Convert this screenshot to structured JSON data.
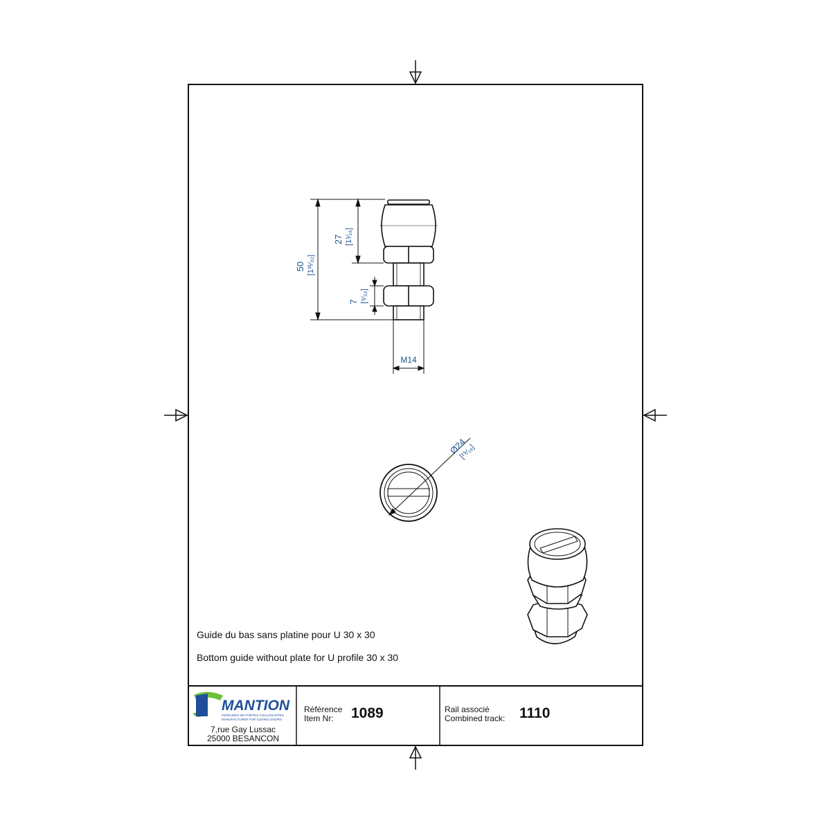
{
  "description": {
    "line_fr": "Guide du bas sans platine pour U 30 x 30",
    "line_en": "Bottom guide without plate for U profile 30 x 30"
  },
  "dimensions": {
    "total_height": "50",
    "total_height_inch": "[1³¹⁄₃₂]",
    "roller_height": "27",
    "roller_height_inch": "[1¹⁄₁₆]",
    "nut_height": "7",
    "nut_height_inch": "[⁹⁄₃₂]",
    "thread": "M14",
    "diameter": "Ø24",
    "diameter_inch": "[¹⁵⁄₁₆]"
  },
  "title_block": {
    "logo_text": "MANTION",
    "logo_tagline_1": "FERRURES DE PORTES COULISSANTES",
    "logo_tagline_2": "MANUFACTURER FOR SLIDING DOORS",
    "address_line_1": "7,rue Gay Lussac",
    "address_line_2": "25000 BESANCON",
    "reference_label_fr": "Référence",
    "reference_label_en": "Item Nr:",
    "reference_value": "1089",
    "track_label_fr": "Rail associé",
    "track_label_en": "Combined track:",
    "track_value": "1110"
  },
  "colors": {
    "dimension_blue": "#1f4f8f",
    "logo_blue": "#1f4f9a",
    "logo_green": "#6cbf3a",
    "line": "#111111"
  }
}
